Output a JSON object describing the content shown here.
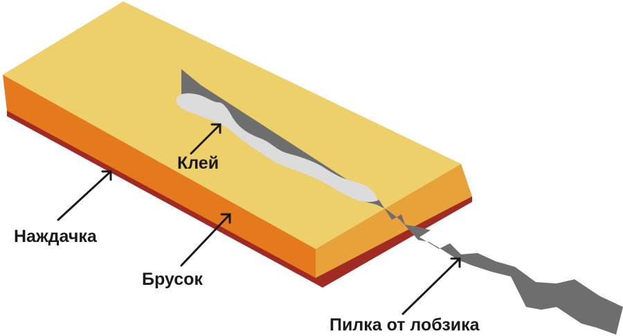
{
  "labels": {
    "glue": "Клей",
    "sandpaper": "Наждачка",
    "block": "Брусок",
    "blade": "Пилка от лобзика"
  },
  "colors": {
    "block_top": "#EDD06A",
    "block_front": "#E57A1C",
    "block_end": "#E8A23A",
    "sandpaper": "#A12A23",
    "blade": "#6E6E6E",
    "glue": "#DCDCDC",
    "text": "#1a1a1a"
  }
}
